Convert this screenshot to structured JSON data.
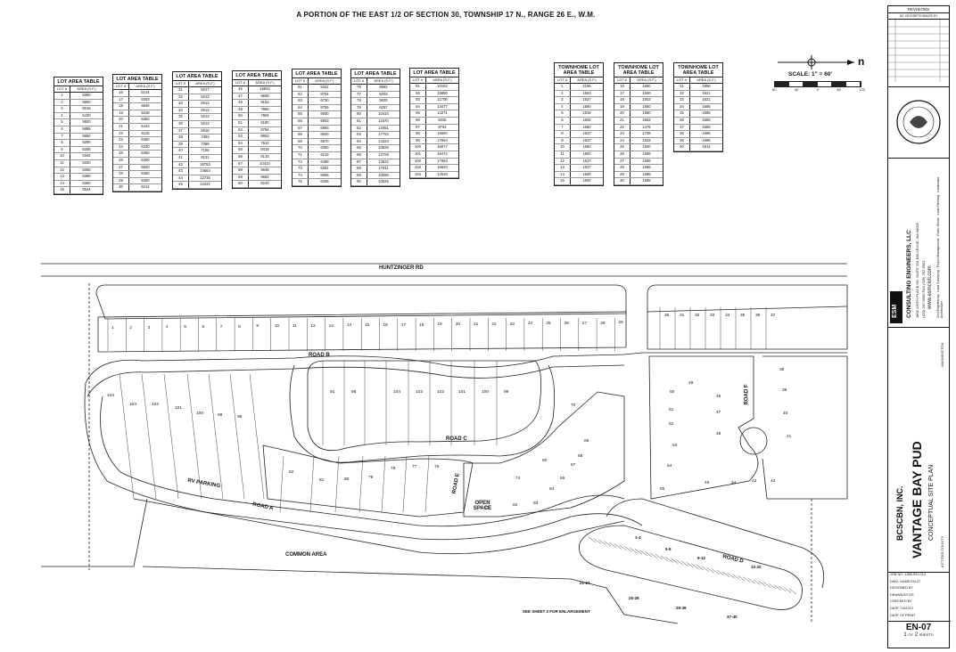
{
  "title": "A PORTION OF THE EAST 1/2 OF SECTION 30, TOWNSHIP 17 N., RANGE 26 E., W.M.",
  "table_header": {
    "lot": "LOT #",
    "area": "AREA (S.F.)"
  },
  "lot_tables": [
    {
      "title": "LOT AREA TABLE",
      "rows": [
        [
          "1",
          "5390"
        ],
        [
          "2",
          "5950"
        ],
        [
          "3",
          "5016"
        ],
        [
          "4",
          "5430"
        ],
        [
          "5",
          "5620"
        ],
        [
          "6",
          "5885"
        ],
        [
          "7",
          "5950"
        ],
        [
          "8",
          "5285"
        ],
        [
          "9",
          "5305"
        ],
        [
          "10",
          "5342"
        ],
        [
          "11",
          "5320"
        ],
        [
          "12",
          "5350"
        ],
        [
          "13",
          "5380"
        ],
        [
          "14",
          "5350"
        ],
        [
          "15",
          "5524"
        ]
      ]
    },
    {
      "title": "LOT AREA TABLE",
      "rows": [
        [
          "16",
          "5144"
        ],
        [
          "17",
          "5303"
        ],
        [
          "18",
          "5846"
        ],
        [
          "19",
          "5248"
        ],
        [
          "20",
          "5453"
        ],
        [
          "21",
          "5443"
        ],
        [
          "22",
          "5118"
        ],
        [
          "23",
          "5350"
        ],
        [
          "24",
          "5330"
        ],
        [
          "25",
          "5350"
        ],
        [
          "26",
          "5300"
        ],
        [
          "27",
          "5500"
        ],
        [
          "28",
          "5350"
        ],
        [
          "29",
          "5300"
        ],
        [
          "30",
          "5212"
        ]
      ]
    },
    {
      "title": "LOT AREA TABLE",
      "rows": [
        [
          "31",
          "5017"
        ],
        [
          "32",
          "5013"
        ],
        [
          "33",
          "5013"
        ],
        [
          "34",
          "5012"
        ],
        [
          "35",
          "5013"
        ],
        [
          "36",
          "5013"
        ],
        [
          "37",
          "5515"
        ],
        [
          "38",
          "7393"
        ],
        [
          "39",
          "7389"
        ],
        [
          "40",
          "7186"
        ],
        [
          "41",
          "8131"
        ],
        [
          "42",
          "16753"
        ],
        [
          "43",
          "14664"
        ],
        [
          "44",
          "12735"
        ],
        [
          "45",
          "12341"
        ]
      ]
    },
    {
      "title": "LOT AREA TABLE",
      "rows": [
        [
          "46",
          "15842"
        ],
        [
          "47",
          "9928"
        ],
        [
          "48",
          "8162"
        ],
        [
          "49",
          "7886"
        ],
        [
          "50",
          "7904"
        ],
        [
          "51",
          "6180"
        ],
        [
          "52",
          "8754"
        ],
        [
          "53",
          "8853"
        ],
        [
          "54",
          "7612"
        ],
        [
          "55",
          "8419"
        ],
        [
          "56",
          "8133"
        ],
        [
          "57",
          "10410"
        ],
        [
          "58",
          "9646"
        ],
        [
          "59",
          "9684"
        ],
        [
          "60",
          "6240"
        ]
      ]
    },
    {
      "title": "LOT AREA TABLE",
      "rows": [
        [
          "61",
          "8421"
        ],
        [
          "62",
          "8794"
        ],
        [
          "63",
          "6730"
        ],
        [
          "64",
          "8755"
        ],
        [
          "65",
          "5930"
        ],
        [
          "66",
          "6653"
        ],
        [
          "67",
          "6993"
        ],
        [
          "68",
          "6500"
        ],
        [
          "69",
          "6570"
        ],
        [
          "70",
          "6350"
        ],
        [
          "71",
          "6219"
        ],
        [
          "72",
          "6488"
        ],
        [
          "73",
          "6361"
        ],
        [
          "74",
          "6985"
        ],
        [
          "75",
          "6265"
        ]
      ]
    },
    {
      "title": "LOT AREA TABLE",
      "rows": [
        [
          "76",
          "6662"
        ],
        [
          "77",
          "6203"
        ],
        [
          "78",
          "5620"
        ],
        [
          "79",
          "6257"
        ],
        [
          "80",
          "10410"
        ],
        [
          "81",
          "11670"
        ],
        [
          "82",
          "13451"
        ],
        [
          "83",
          "17753"
        ],
        [
          "84",
          "14323"
        ],
        [
          "85",
          "10626"
        ],
        [
          "86",
          "12708"
        ],
        [
          "87",
          "13622"
        ],
        [
          "88",
          "17611"
        ],
        [
          "89",
          "10090"
        ],
        [
          "90",
          "10625"
        ]
      ]
    },
    {
      "title": "LOT AREA TABLE",
      "rows": [
        [
          "91",
          "10162"
        ],
        [
          "92",
          "15890"
        ],
        [
          "93",
          "11708"
        ],
        [
          "94",
          "13477"
        ],
        [
          "95",
          "14271"
        ],
        [
          "96",
          "8226"
        ],
        [
          "97",
          "8754"
        ],
        [
          "98",
          "15650"
        ],
        [
          "99",
          "17654"
        ],
        [
          "100",
          "16877"
        ],
        [
          "101",
          "16472"
        ],
        [
          "102",
          "17953"
        ],
        [
          "103",
          "15820"
        ],
        [
          "104",
          "12526"
        ]
      ]
    },
    {
      "title": "TOWNHOME LOT AREA TABLE",
      "rows": [
        [
          "1",
          "2196"
        ],
        [
          "2",
          "1563"
        ],
        [
          "3",
          "1527"
        ],
        [
          "4",
          "1560"
        ],
        [
          "5",
          "1519"
        ],
        [
          "6",
          "1502"
        ],
        [
          "7",
          "1560"
        ],
        [
          "8",
          "1527"
        ],
        [
          "9",
          "1527"
        ],
        [
          "10",
          "1560"
        ],
        [
          "11",
          "1500"
        ],
        [
          "12",
          "1527"
        ],
        [
          "13",
          "1527"
        ],
        [
          "14",
          "1500"
        ],
        [
          "15",
          "1500"
        ]
      ]
    },
    {
      "title": "TOWNHOME LOT AREA TABLE",
      "rows": [
        [
          "16",
          "1650"
        ],
        [
          "17",
          "1500"
        ],
        [
          "18",
          "1502"
        ],
        [
          "19",
          "1560"
        ],
        [
          "20",
          "1580"
        ],
        [
          "21",
          "1563"
        ],
        [
          "22",
          "1476"
        ],
        [
          "23",
          "1706"
        ],
        [
          "24",
          "1534"
        ],
        [
          "25",
          "1500"
        ],
        [
          "26",
          "1585"
        ],
        [
          "27",
          "1585"
        ],
        [
          "28",
          "1585"
        ],
        [
          "29",
          "1585"
        ],
        [
          "30",
          "1585"
        ]
      ]
    },
    {
      "title": "TOWNHOME LOT AREA TABLE",
      "rows": [
        [
          "31",
          "1856"
        ],
        [
          "32",
          "1621"
        ],
        [
          "33",
          "1621"
        ],
        [
          "34",
          "1585"
        ],
        [
          "35",
          "1585"
        ],
        [
          "36",
          "1585"
        ],
        [
          "37",
          "1585"
        ],
        [
          "38",
          "1585"
        ],
        [
          "39",
          "1585"
        ],
        [
          "40",
          "1814"
        ]
      ]
    }
  ],
  "scale": {
    "label": "SCALE: 1\" = 60'",
    "north": "n",
    "ticks": [
      "60",
      "40",
      "0",
      "60",
      "120"
    ]
  },
  "map_labels": {
    "huntzinger": "HUNTZINGER RD",
    "road_b": "ROAD B",
    "road_c": "ROAD C",
    "road_a": "ROAD A",
    "road_d": "ROAD D",
    "road_e": "ROAD E",
    "road_f": "ROAD F",
    "rv_parking": "RV PARKING",
    "open_space": "OPEN SPACE",
    "common_area": "COMMON AREA",
    "see_sheet": "SEE SHEET 2 FOR ENLARGEMENT",
    "range_21_24": "21-24",
    "range_25_28": "25-28",
    "range_29_36": "29-36",
    "range_37_40": "37-40",
    "range_1_4": "1-4",
    "range_5_8": "5-8",
    "range_9_12": "9-12",
    "range_13_20": "13-20"
  },
  "title_block": {
    "revisions": "REVISIONS",
    "rev_header": "NO. DESCRIPTION/DATE BY",
    "firm": "CONSULTING ENGINEERS, LLC",
    "firm_address": "1805 136TH PLACE NE, SUITE 201 BELLEVUE, WA 98005",
    "firm_phone": "(425) 297-9900 FAX (425) 297-9901",
    "firm_web": "www.esmcivil.com",
    "firm_services": "Civil Engineering · Land Surveying · Project Management · Public Works · Land Planning · Landscape Architecture",
    "logo": "ESM",
    "client": "BCSCBN, INC.",
    "project": "VANTAGE BAY PUD",
    "sheet_desc": "CONCEPTUAL SITE PLAN",
    "county": "KITTITAS COUNTY",
    "state": "WASHINGTON",
    "job_no": "JOB NO. 1386-001-014",
    "dwg_name": "DWG. NAME EN-07",
    "designed_by": "DESIGNED BY",
    "drawn_by": "DRAWN BY DS",
    "checked_by": "CHECKED BY",
    "date": "DATE 7/4/2013",
    "date_of_print": "DATE OF PRINT",
    "sheet": "EN-07",
    "sheet_of_num": "1",
    "sheet_of_text": "OF",
    "sheet_total": "2",
    "sheet_suffix": "SHEETS"
  }
}
